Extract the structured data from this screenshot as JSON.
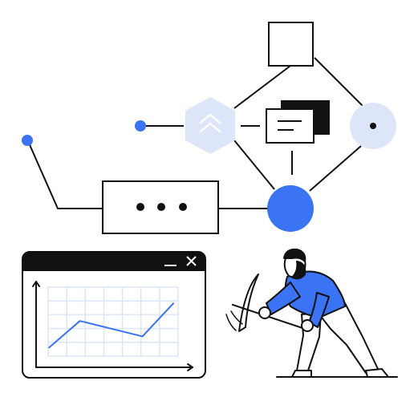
{
  "colors": {
    "accent": "#3b73f5",
    "accent_light": "#dde6f8",
    "ink": "#111111",
    "grid": "#dce6f6",
    "background": "#ffffff"
  },
  "icons": {
    "window_minimize": "minimize-icon",
    "window_close": "close-icon",
    "hexagon_glyph": "chevron-up-icon",
    "ellipsis": "ellipsis-icon"
  },
  "chart_data": {
    "type": "line",
    "x": [
      1,
      2,
      3,
      4,
      5
    ],
    "series": [
      {
        "values": [
          1.5,
          3.6,
          3.0,
          2.4,
          5.0
        ]
      }
    ],
    "title": "",
    "xlabel": "",
    "ylabel": "",
    "grid": true,
    "xlim": [
      0.6,
      5.6
    ],
    "ylim": [
      0,
      6.6
    ]
  }
}
